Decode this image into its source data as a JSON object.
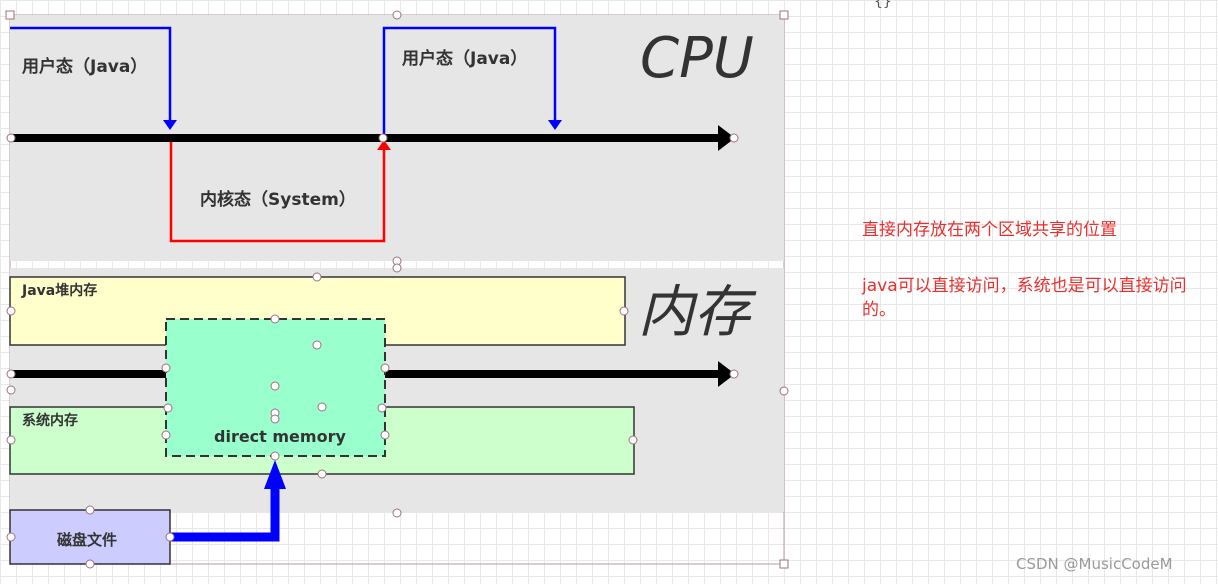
{
  "diagram": {
    "cpu_title": "CPU",
    "memory_title": "内存",
    "user_mode_left": "用户态（Java）",
    "user_mode_right": "用户态（Java）",
    "kernel_mode": "内核态（System）",
    "java_heap": "Java堆内存",
    "system_memory": "系统内存",
    "direct_memory": "direct memory",
    "disk_file": "磁盘文件"
  },
  "notes": {
    "line1": "直接内存放在两个区域共享的位置",
    "line2": "java可以直接访问，系统也是可以直接访问的。"
  },
  "watermark": "CSDN @MusicCodeM",
  "colors": {
    "user_arrow": "#0000ff",
    "kernel_arrow": "#ff0000",
    "note_text": "#e8302e",
    "java_heap_fill": "#ffffcc",
    "system_memory_fill": "#ccffcc",
    "direct_memory_fill": "#99ffcc",
    "disk_fill": "#ccccff"
  }
}
